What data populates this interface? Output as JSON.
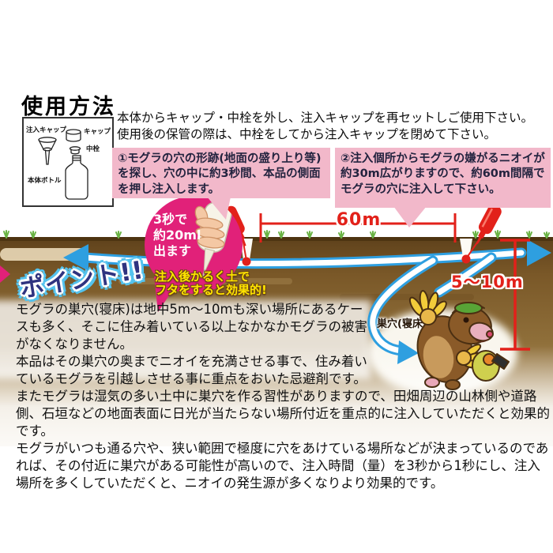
{
  "title": "使用方法",
  "bottle_diagram": {
    "injection_cap_label": "注入キャップ",
    "cap_label": "キャップ",
    "inner_plug_label": "中栓",
    "bottle_label": "本体ボトル"
  },
  "intro": {
    "line1": "本体からキャップ・中栓を外し、注入キャップを再セットしご使用下さい。",
    "line2": "使用後の保管の際は、中栓をしてから注入キャップを閉めて下さい。"
  },
  "steps": {
    "step1": "①モグラの穴の形跡(地面の盛り上り等)を探し、穴の中に約3秒間、本品の側面を押し注入します。",
    "step2": "②注入個所からモグラの嫌がるニオイが約30m広がりますので、約60m間隔でモグラの穴に注入して下さい。"
  },
  "scene": {
    "squeeze_note": {
      "line1": "3秒で",
      "line2": "約20ml",
      "line3": "出ます"
    },
    "cover_tip": {
      "line1": "注入後かるく土で",
      "line2": "フタをすると効果的!"
    },
    "distance_label": "60m",
    "depth_label": "5〜10m",
    "nest_label": "巣穴(寝床)"
  },
  "points": {
    "heading": "ポイント!!",
    "para1": "モグラの巣穴(寝床)は地中5m〜10mも深い場所にあるケースも多く、そこに住み着いている以上なかなかモグラの被害がなくなりません。",
    "para2": "本品はその巣穴の奥までニオイを充満させる事で、住み着いているモグラを引越しさせる事に重点をおいた忌避剤です。",
    "para3": "またモグラは湿気の多い土中に巣穴を作る習性がありますので、田畑周辺の山林側や道路側、石垣などの地面表面に日光が当たらない場所付近を重点的に注入していただくと効果的です。",
    "para4": "モグラがいつも通る穴や、狭い範囲で極度に穴をあけている場所などが決まっているのであれば、その付近に巣穴がある可能性が高いので、注入時間（量）を3秒から1秒にし、注入場所を多くしていただくと、ニオイの発生源が多くなりより効果的です。"
  },
  "colors": {
    "step_box_pink": "#f2b8ca",
    "balloon_magenta": "#e12179",
    "measure_red": "#e2211a",
    "tunnel_blue": "#2e9fe0",
    "soil_brown": "#7e5c2c",
    "grass_green": "#6ab344",
    "tip_yellow": "#ffe400",
    "heading_navy": "#2f3380"
  }
}
